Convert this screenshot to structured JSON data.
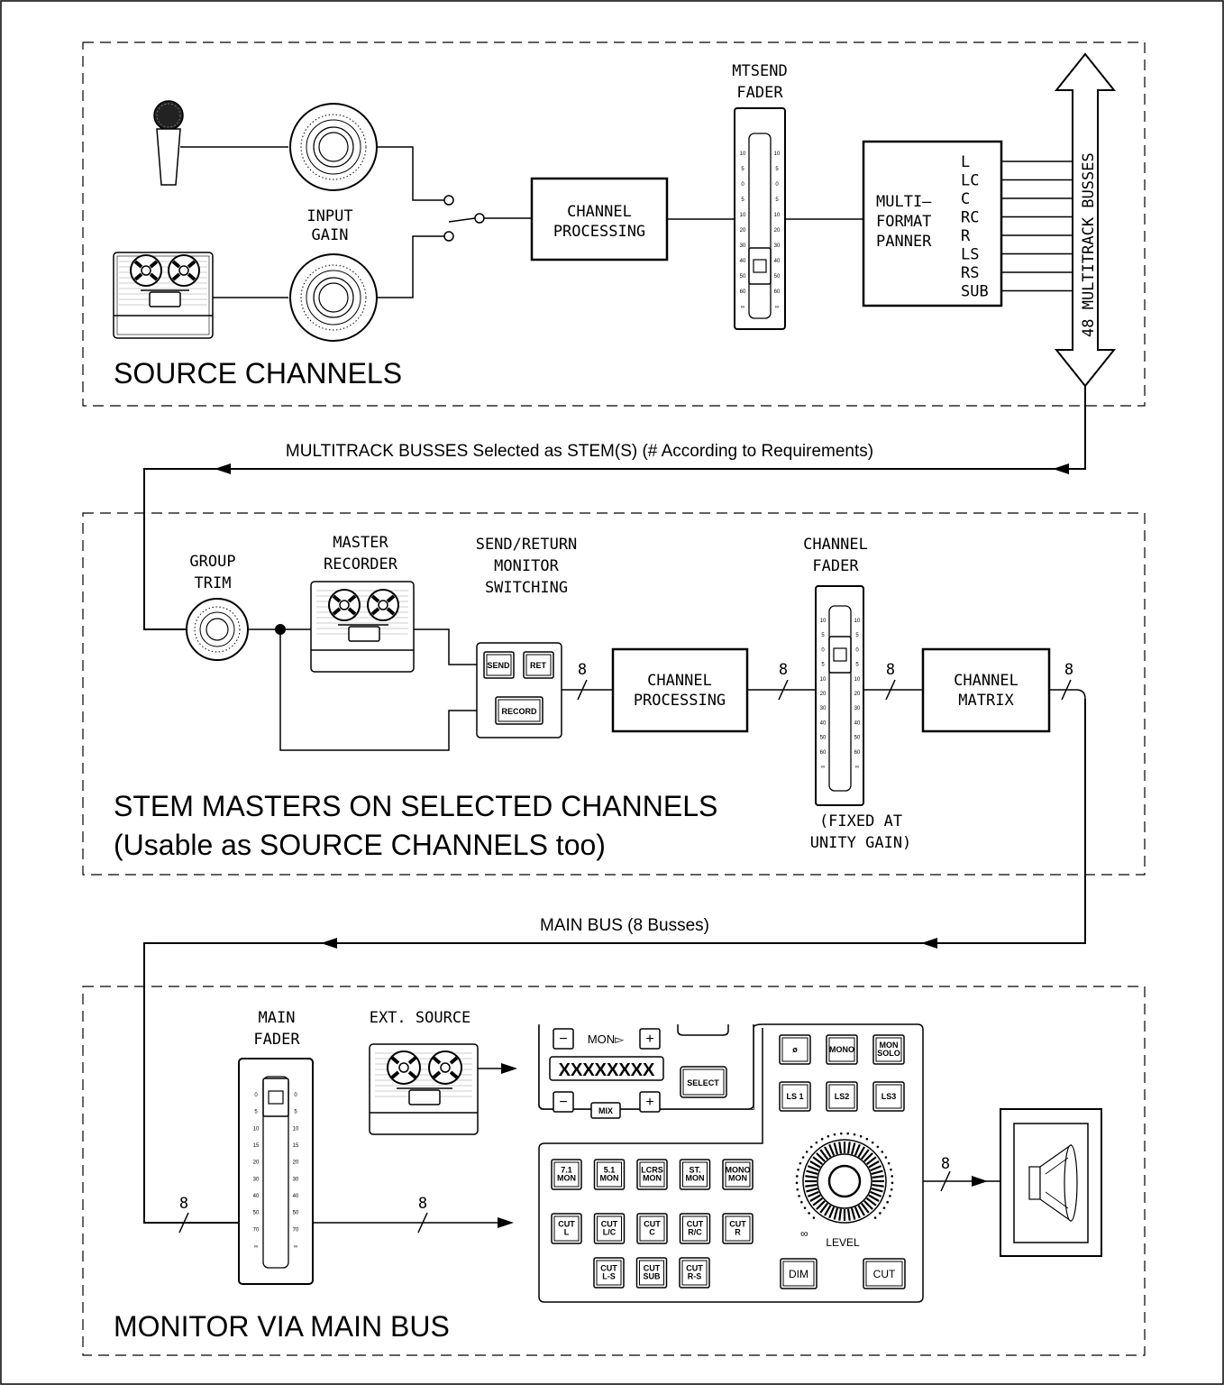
{
  "source": {
    "section_title": "SOURCE CHANNELS",
    "input_gain": [
      "INPUT",
      "GAIN"
    ],
    "mtsend_fader": [
      "MTSEND",
      "FADER"
    ],
    "channel_processing": [
      "CHANNEL",
      "PROCESSING"
    ],
    "panner": [
      "MULTI–",
      "FORMAT",
      "PANNER"
    ],
    "panner_outputs": [
      "L",
      "LC",
      "C",
      "RC",
      "R",
      "LS",
      "RS",
      "SUB"
    ],
    "multitrack_label": "48 MULTITRACK BUSSES"
  },
  "stem_link_label": "MULTITRACK BUSSES Selected as STEM(S) (# According to Requirements)",
  "stem": {
    "section_title_1": "STEM MASTERS ON SELECTED CHANNELS",
    "section_title_2": "(Usable as SOURCE CHANNELS too)",
    "group_trim": [
      "GROUP",
      "TRIM"
    ],
    "master_recorder": [
      "MASTER",
      "RECORDER"
    ],
    "send_return": [
      "SEND/RETURN",
      "MONITOR",
      "SWITCHING"
    ],
    "send_label": "SEND",
    "ret_label": "RET",
    "record_label": "RECORD",
    "channel_processing": [
      "CHANNEL",
      "PROCESSING"
    ],
    "channel_fader": [
      "CHANNEL",
      "FADER"
    ],
    "fixed_note": [
      "(FIXED AT",
      "UNITY GAIN)"
    ],
    "channel_matrix": [
      "CHANNEL",
      "MATRIX"
    ],
    "bus_count": "8"
  },
  "main_link_label": "MAIN BUS (8 Busses)",
  "monitor": {
    "section_title": "MONITOR VIA MAIN BUS",
    "main_fader": [
      "MAIN",
      "FADER"
    ],
    "ext_source": "EXT. SOURCE",
    "mon_label": "MON▻",
    "display": "XXXXXXXX",
    "mix_label": "MIX",
    "select_label": "SELECT",
    "minus": "−",
    "plus": "+",
    "top_buttons": [
      [
        "ø"
      ],
      [
        "MONO"
      ],
      [
        "MON",
        "SOLO"
      ],
      [
        "LS 1"
      ],
      [
        "LS2"
      ],
      [
        "LS3"
      ]
    ],
    "format_buttons": [
      [
        "7.1",
        "MON"
      ],
      [
        "5.1",
        "MON"
      ],
      [
        "LCRS",
        "MON"
      ],
      [
        "ST.",
        "MON"
      ],
      [
        "MONO",
        "MON"
      ]
    ],
    "cut_buttons_row1": [
      [
        "CUT",
        "L"
      ],
      [
        "CUT",
        "L/C"
      ],
      [
        "CUT",
        "C"
      ],
      [
        "CUT",
        "R/C"
      ],
      [
        "CUT",
        "R"
      ]
    ],
    "cut_buttons_row2": [
      [
        "CUT",
        "L-S"
      ],
      [
        "CUT",
        "SUB"
      ],
      [
        "CUT",
        "R-S"
      ]
    ],
    "level_label": "LEVEL",
    "dim_label": "DIM",
    "cut_label": "CUT",
    "bus_count": "8"
  },
  "fader_scale_mtsend": [
    "10",
    "5",
    "0",
    "5",
    "10",
    "20",
    "30",
    "40",
    "50",
    "60",
    "∞"
  ],
  "fader_scale_main": [
    "0",
    "5",
    "10",
    "15",
    "20",
    "30",
    "40",
    "50",
    "70",
    "∞"
  ]
}
